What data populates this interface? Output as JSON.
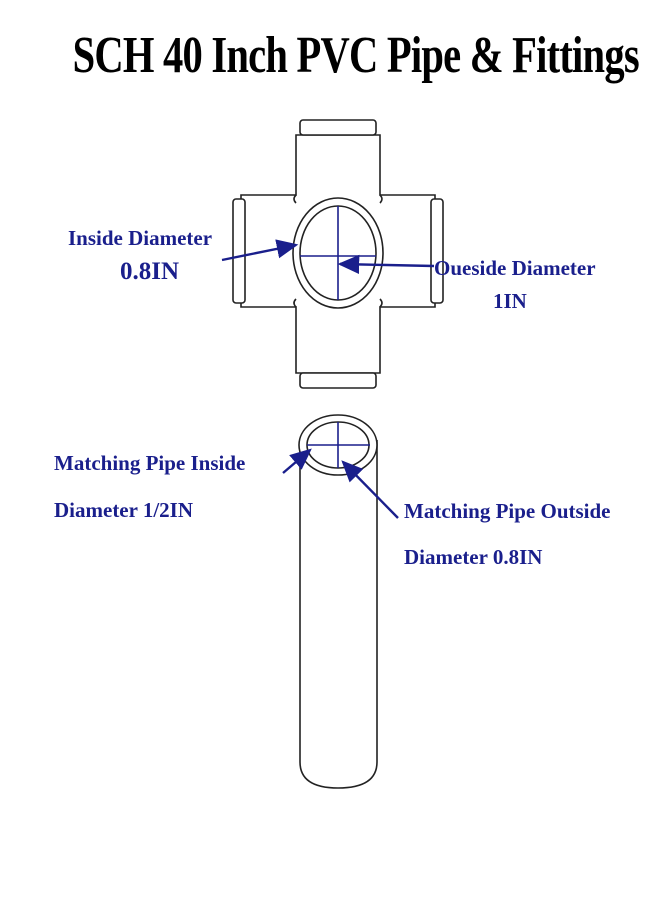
{
  "title": "SCH 40 Inch PVC Pipe & Fittings",
  "colors": {
    "label": "#1a1f8c",
    "outline": "#222222",
    "title": "#000000"
  },
  "fitting": {
    "inside_label": "Inside Diameter",
    "inside_value": "0.8IN",
    "outside_label": "Oueside Diameter",
    "outside_value": "1IN"
  },
  "pipe": {
    "inside_label_line1": "Matching Pipe Inside",
    "inside_label_line2": "Diameter 1/2IN",
    "outside_label_line1": "Matching Pipe Outside",
    "outside_label_line2": "Diameter 0.8IN"
  }
}
